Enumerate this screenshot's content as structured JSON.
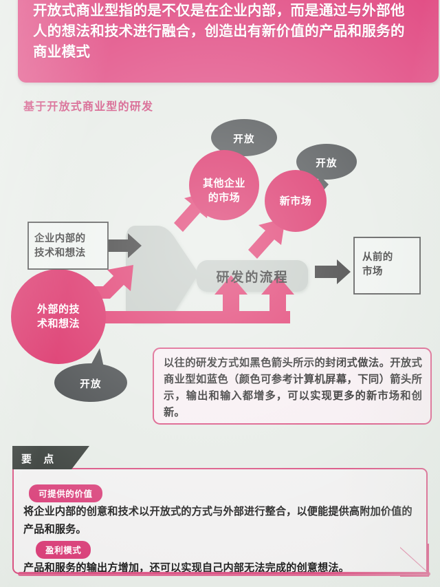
{
  "header": {
    "text": "开放式商业型指的是不仅是在企业内部，而是通过与外部他人的想法和技术进行融合，创造出有新价值的产品和服务的商业模式",
    "background_color": "#e14b83",
    "text_color": "#ffffff"
  },
  "section": {
    "subtitle": "基于开放式商业型的研发",
    "subtitle_color": "#d04a7d"
  },
  "diagram": {
    "funnel": {
      "label": "研发的流程",
      "color": "#c2c9c4"
    },
    "boxes": [
      {
        "id": "internal-input",
        "label": "企业内部的\n技术和想法"
      },
      {
        "id": "former-market",
        "label": "从前的\n市场"
      }
    ],
    "circles": [
      {
        "id": "other-company-market",
        "label": "其他企业\n的市场",
        "color": "#d81e5b"
      },
      {
        "id": "new-market",
        "label": "新市场",
        "color": "#d81e5b"
      },
      {
        "id": "external-input",
        "label": "外部的技\n术和想法",
        "color": "#d81e5b"
      }
    ],
    "bubbles": [
      {
        "id": "open-bubble-1",
        "label": "开放",
        "color": "#44484a"
      },
      {
        "id": "open-bubble-2",
        "label": "开放",
        "color": "#44484a"
      },
      {
        "id": "open-bubble-3",
        "label": "开放",
        "color": "#3a3e40"
      }
    ],
    "arrow_colors": {
      "closed_flow": "#2b2b2b",
      "open_flow": "#de2a63"
    }
  },
  "explanation": {
    "text": "以往的研发方式如黑色箭头所示的封闭式做法。开放式商业型如蓝色（颜色可参考计算机屏幕，下同）箭头所示，输出和输入都增多，可以实现更多的新市场和创新。",
    "border_color": "#d94c7e",
    "background_color": "#f7eef2"
  },
  "keypoints": {
    "tab_label": "要 点",
    "tab_color": "#343a36",
    "items": [
      {
        "badge": "可提供的价值",
        "text": "将企业内部的创意和技术以开放式的方式与外部进行整合，以便能提供高附加价值的产品和服务。"
      },
      {
        "badge": "盈利模式",
        "text": "产品和服务的输出方增加，还可以实现自己内部无法完成的创意想法。"
      }
    ],
    "badge_color": "#d9417a",
    "border_color": "#d94c7e"
  }
}
